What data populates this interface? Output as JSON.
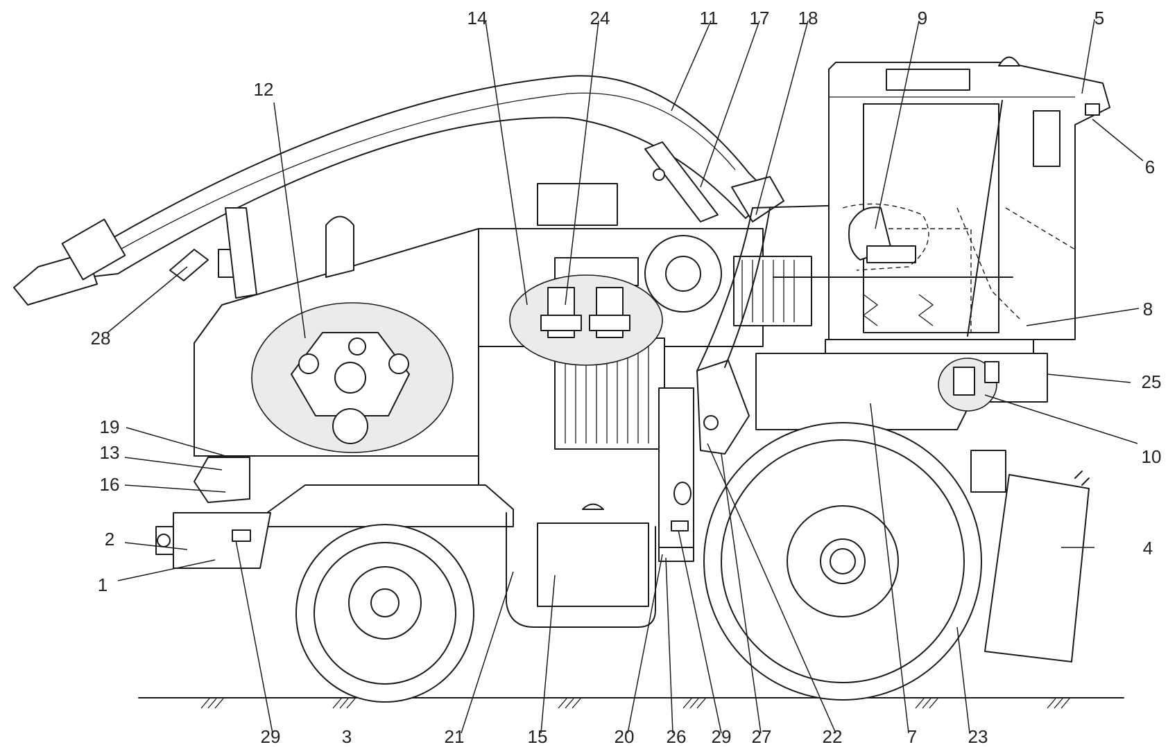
{
  "callouts": [
    {
      "id": "c1",
      "label": "1"
    },
    {
      "id": "c2",
      "label": "2"
    },
    {
      "id": "c3",
      "label": "3"
    },
    {
      "id": "c4",
      "label": "4"
    },
    {
      "id": "c5",
      "label": "5"
    },
    {
      "id": "c6",
      "label": "6"
    },
    {
      "id": "c7",
      "label": "7"
    },
    {
      "id": "c8",
      "label": "8"
    },
    {
      "id": "c9",
      "label": "9"
    },
    {
      "id": "c10",
      "label": "10"
    },
    {
      "id": "c11",
      "label": "11"
    },
    {
      "id": "c12",
      "label": "12"
    },
    {
      "id": "c13",
      "label": "13"
    },
    {
      "id": "c14",
      "label": "14"
    },
    {
      "id": "c15",
      "label": "15"
    },
    {
      "id": "c16",
      "label": "16"
    },
    {
      "id": "c17",
      "label": "17"
    },
    {
      "id": "c18",
      "label": "18"
    },
    {
      "id": "c19",
      "label": "19"
    },
    {
      "id": "c20",
      "label": "20"
    },
    {
      "id": "c21",
      "label": "21"
    },
    {
      "id": "c22",
      "label": "22"
    },
    {
      "id": "c23",
      "label": "23"
    },
    {
      "id": "c24",
      "label": "24"
    },
    {
      "id": "c25",
      "label": "25"
    },
    {
      "id": "c26",
      "label": "26"
    },
    {
      "id": "c27",
      "label": "27"
    },
    {
      "id": "c28",
      "label": "28"
    },
    {
      "id": "c29a",
      "label": "29"
    },
    {
      "id": "c29b",
      "label": "29"
    }
  ]
}
